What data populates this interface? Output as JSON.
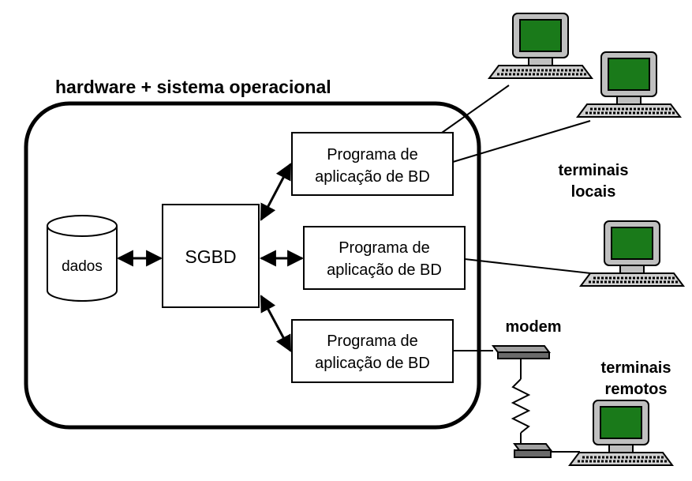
{
  "container": {
    "label": "hardware + sistema operacional"
  },
  "data_store": {
    "label": "dados"
  },
  "dbms": {
    "label": "SGBD"
  },
  "apps": [
    {
      "line1": "Programa de",
      "line2": "aplicação de BD"
    },
    {
      "line1": "Programa de",
      "line2": "aplicação de BD"
    },
    {
      "line1": "Programa de",
      "line2": "aplicação de BD"
    }
  ],
  "labels": {
    "local_terminals_line1": "terminais",
    "local_terminals_line2": "locais",
    "modem": "modem",
    "remote_terminals_line1": "terminais",
    "remote_terminals_line2": "remotos"
  },
  "colors": {
    "screen": "#1a7a1a",
    "monitor": "#c0c0c0",
    "outline": "#000000"
  }
}
